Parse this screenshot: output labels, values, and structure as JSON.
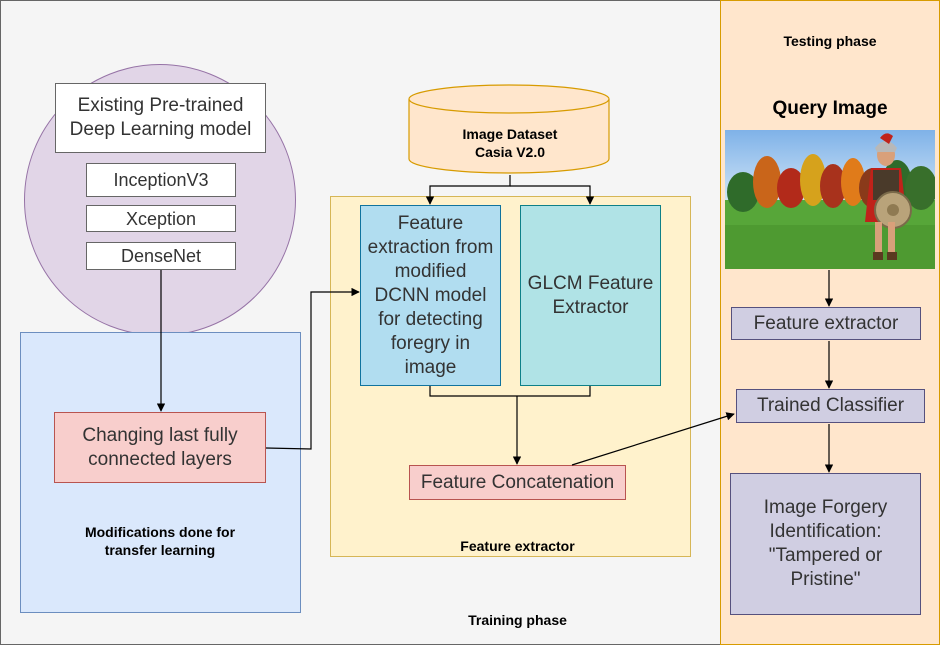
{
  "phases": {
    "training": "Training phase",
    "testing": "Testing phase"
  },
  "pretrained": {
    "title": "Existing Pre-trained Deep Learning model",
    "models": [
      "InceptionV3",
      "Xception",
      "DenseNet"
    ]
  },
  "transfer": {
    "box": "Changing last fully connected layers",
    "caption": "Modifications done for transfer learning"
  },
  "dataset": {
    "line1": "Image Dataset",
    "line2": "Casia V2.0"
  },
  "feature_extractor": {
    "dcnn": "Feature extraction from modified DCNN model for detecting foregry in image",
    "glcm": "GLCM Feature Extractor",
    "concat": "Feature Concatenation",
    "caption": "Feature extractor"
  },
  "testing": {
    "query_title": "Query Image",
    "feature_extractor": "Feature extractor",
    "classifier": "Trained Classifier",
    "result": "Image Forgery Identification: \"Tampered or Pristine\""
  },
  "colors": {
    "training_bg": "#f5f5f5",
    "testing_bg": "#ffe6cc",
    "pretrained_circle": "#e1d5e7",
    "transfer_region": "#dae8fc",
    "feature_region": "#fff2cc",
    "dataset": "#ffe6cc",
    "pink": "#f8cecc",
    "dcnn": "#b1ddf0",
    "glcm": "#b0e3e6",
    "lavender": "#d0cee2"
  }
}
